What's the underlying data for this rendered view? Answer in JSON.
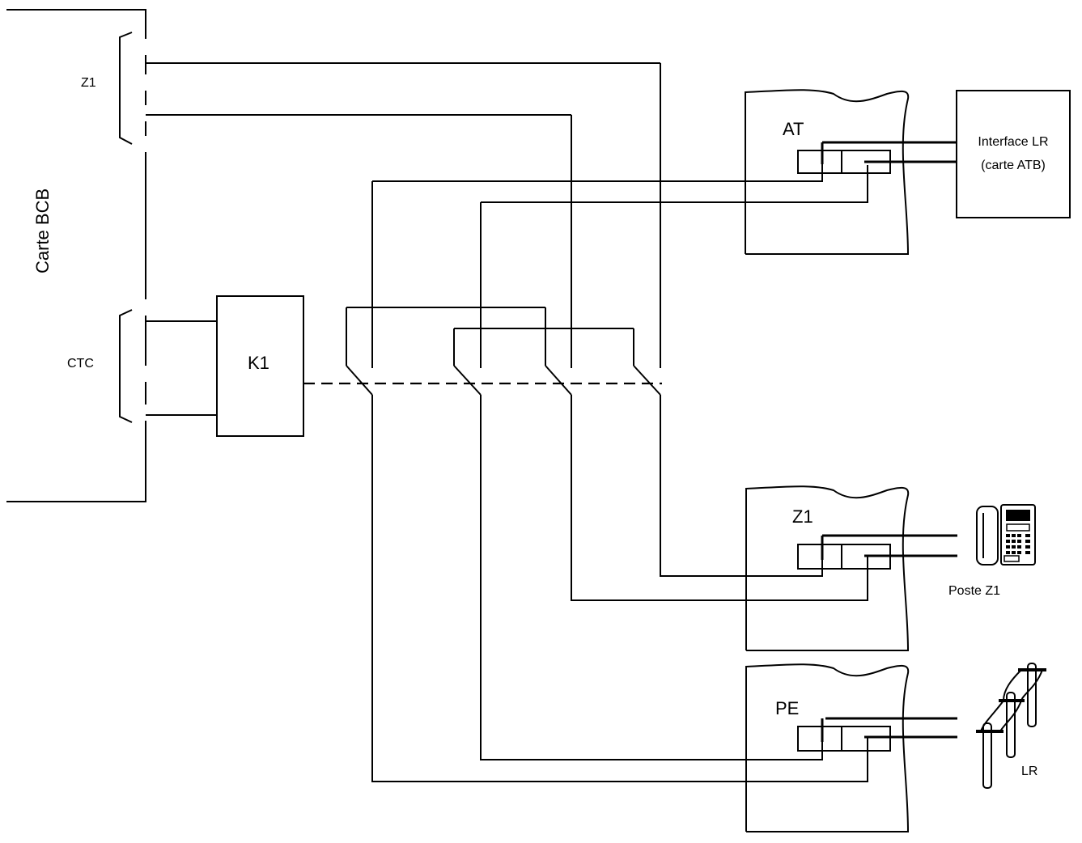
{
  "labels": {
    "card": "Carte BCB",
    "z1_connector": "Z1",
    "ctc_connector": "CTC",
    "relay": "K1",
    "frame_at": "AT",
    "frame_z1": "Z1",
    "frame_pe": "PE",
    "interface_line1": "Interface LR",
    "interface_line2": "(carte ATB)",
    "phone_caption": "Poste Z1",
    "line_caption": "LR"
  },
  "icons": {
    "phone": "telephone-icon",
    "poles": "utility-pole-icon"
  },
  "colors": {
    "stroke": "#000000",
    "background": "#ffffff"
  }
}
